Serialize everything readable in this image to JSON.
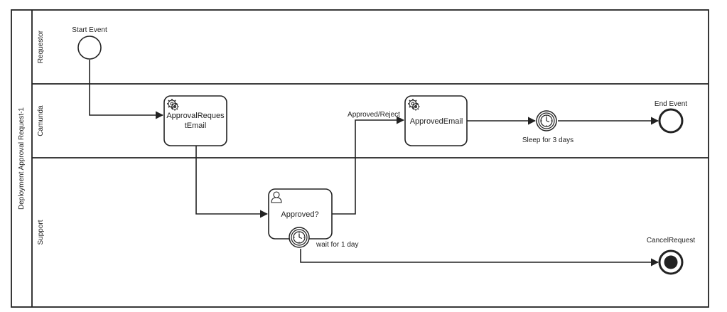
{
  "pool": {
    "name": "Deployment Approval Request-1"
  },
  "lanes": [
    {
      "name": "Requestor"
    },
    {
      "name": "Camunda"
    },
    {
      "name": "Support"
    }
  ],
  "events": {
    "start": {
      "label": "Start Event"
    },
    "end": {
      "label": "End Event"
    },
    "cancel": {
      "label": "CancelRequest"
    },
    "sleep_timer": {
      "label": "Sleep for 3 days"
    },
    "wait_timer": {
      "label": "wait for 1 day"
    }
  },
  "tasks": {
    "approval_request_email": {
      "label_line1": "ApprovalReques",
      "label_line2": "tEmail",
      "icon": "gear-icon"
    },
    "approved": {
      "label": "Approved?",
      "icon": "user-icon"
    },
    "approved_email": {
      "label": "ApprovedEmail",
      "icon": "gear-icon"
    }
  },
  "flows": {
    "approved_reject": {
      "label": "Approved/Reject"
    }
  }
}
